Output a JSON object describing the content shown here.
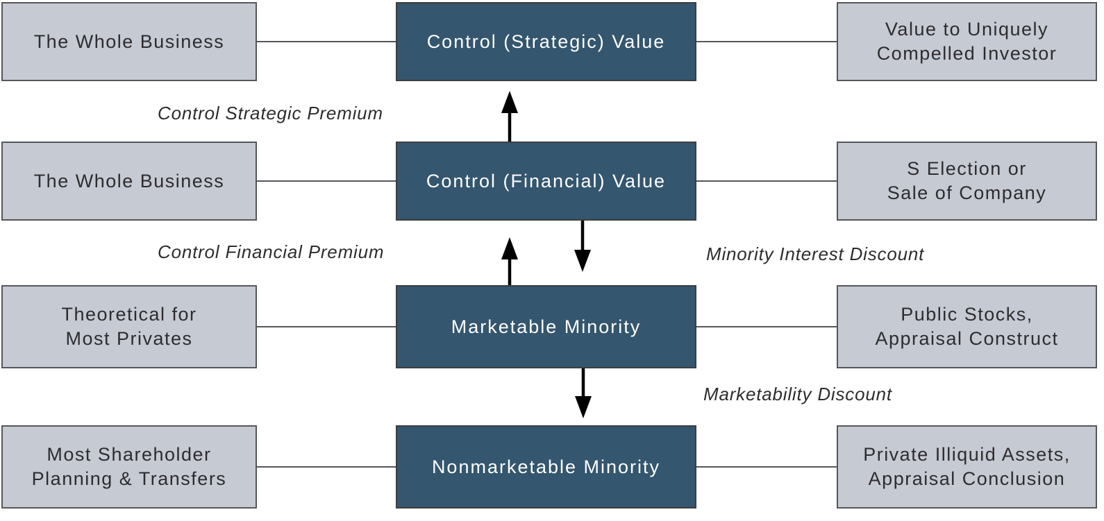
{
  "colors": {
    "background": "#FFFFFF",
    "center_box_fill": "#34566E",
    "center_box_text": "#FFFFFF",
    "center_box_border": "#3E3E40",
    "side_box_fill": "#C6CAD3",
    "side_box_border": "#55565A",
    "side_box_text": "#2D2D2F",
    "connector_line": "#55565A",
    "arrow": "#000000",
    "label_text": "#2D2D2F"
  },
  "rows": [
    {
      "left": "The Whole Business",
      "center": "Control (Strategic) Value",
      "right": "Value to Uniquely\nCompelled Investor"
    },
    {
      "left": "The Whole Business",
      "center": "Control (Financial) Value",
      "right": "S Election or\nSale of Company"
    },
    {
      "left": "Theoretical for\nMost Privates",
      "center": "Marketable Minority",
      "right": "Public Stocks,\nAppraisal Construct"
    },
    {
      "left": "Most Shareholder\nPlanning & Transfers",
      "center": "Nonmarketable Minority",
      "right": "Private Illiquid Assets,\nAppraisal Conclusion"
    }
  ],
  "labels": {
    "control_strategic_premium": "Control Strategic Premium",
    "control_financial_premium": "Control Financial Premium",
    "minority_interest_discount": "Minority Interest Discount",
    "marketability_discount": "Marketability Discount"
  },
  "arrows": [
    {
      "direction": "up",
      "from": "Control (Financial) Value",
      "to": "Control (Strategic) Value",
      "label": "Control Strategic Premium"
    },
    {
      "direction": "up",
      "from": "Marketable Minority",
      "to": "Control (Financial) Value",
      "label": "Control Financial Premium"
    },
    {
      "direction": "down",
      "from": "Control (Financial) Value",
      "to": "Marketable Minority",
      "label": "Minority Interest Discount"
    },
    {
      "direction": "down",
      "from": "Marketable Minority",
      "to": "Nonmarketable Minority",
      "label": "Marketability Discount"
    }
  ]
}
